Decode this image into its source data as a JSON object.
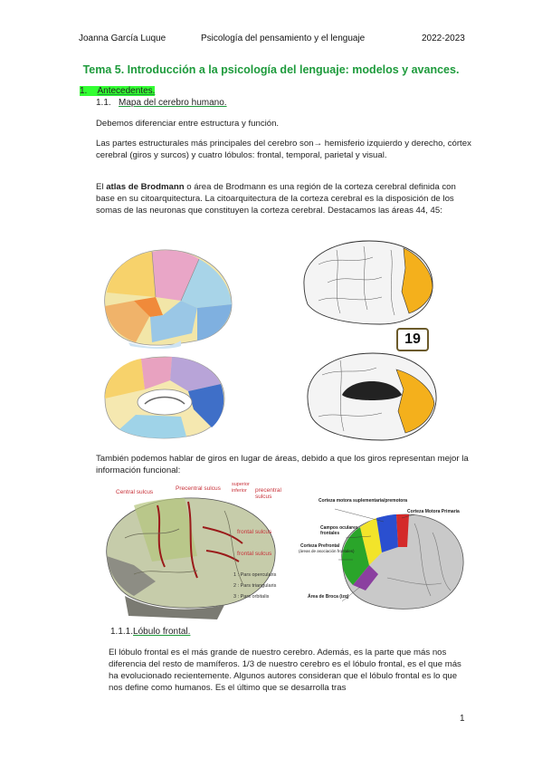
{
  "header": {
    "author": "Joanna García Luque",
    "course": "Psicología del pensamiento y el lenguaje",
    "year": "2022-2023"
  },
  "title": "Tema 5. Introducción a la psicología del lenguaje: modelos y avances.",
  "section": {
    "number": "1.",
    "label": "Antecedentes."
  },
  "subsection": {
    "number": "1.1.",
    "label": "Mapa del cerebro humano."
  },
  "paragraphs": {
    "p1": "Debemos diferenciar entre estructura y función.",
    "p2": "Las partes estructurales más principales del cerebro son→ hemisferio izquierdo y derecho, córtex cerebral (giros y surcos) y cuatro lóbulos: frontal, temporal, parietal y visual.",
    "p3_prefix": "El ",
    "p3_bold": "atlas de Brodmann",
    "p3_rest": " o área de Brodmann es una región de la corteza cerebral definida con base en su citoarquitectura. La citoarquitectura de la corteza cerebral es la disposición de los somas de las neuronas que constituyen la corteza cerebral. Destacamos las áreas 44, 45:",
    "p4": "También podemos hablar de giros en lugar de áreas, debido a que los giros representan mejor la información funcional:",
    "p5": "El lóbulo frontal es el más grande de nuestro cerebro. Además, es la parte que más nos diferencia del resto de mamíferos. 1/3 de nuestro cerebro es el lóbulo frontal, es el que más ha evolucionado recientemente. Algunos autores consideran que el lóbulo frontal es lo que nos define como humanos. Es el último que se desarrolla tras"
  },
  "subsubsection": {
    "number": "1.1.1.",
    "label": "Lóbulo frontal."
  },
  "figure_badge": "19",
  "gyri_figure": {
    "central_sulcus": "Central sulcus",
    "precentral_sulcus": "Precentral sulcus",
    "superior": "superior",
    "inferior": "inferior",
    "precentral_sulcus_2": "precentral sulcus",
    "frontal_sulcus_1": "frontal sulcus",
    "frontal_sulcus_2": "frontal sulcus",
    "legend_1": "1 : Pars opercularis",
    "legend_2": "2 : Pars triangularis",
    "legend_3": "3 : Pars orbitalis"
  },
  "function_figure": {
    "motor_supl": "Corteza motora suplementaria/premotora",
    "motor_prim": "Corteza Motora Primaria",
    "eye_fields": "Campos oculares frontales",
    "prefrontal": "Corteza Prefrontal",
    "prefrontal_sub": "(áreas de asociación frontales)",
    "broca": "Área de Broca (izq)"
  },
  "page_number": "1"
}
